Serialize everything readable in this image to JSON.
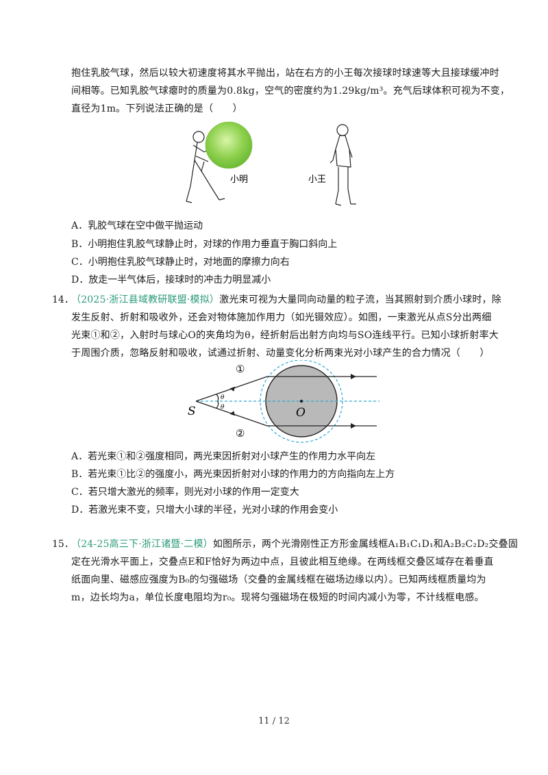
{
  "q13": {
    "intro_lines": [
      "抱住乳胶气球，然后以较大初速度将其水平抛出，站在右方的小王每次接球时球速等大且接球缓冲时",
      "间相等。已知乳胶气球瘪时的质量为0.8kg，空气的密度约为1.29kg/m³。充气后球体积可视为不变，",
      "直径为1m。下列说法正确的是（　　）"
    ],
    "figure": {
      "label_left": "小明",
      "label_right": "小王"
    },
    "options": [
      "A．乳胶气球在空中做平抛运动",
      "B．小明抱住乳胶气球静止时，对球的作用力垂直于胸口斜向上",
      "C．小明抱住乳胶气球静止时，对地面的摩擦力向右",
      "D．放走一半气体后，接球时的冲击力明显减小"
    ]
  },
  "q14": {
    "number": "14．",
    "tag": "（2025·浙江县域教研联盟·模拟）",
    "lines": [
      "激光束可视为大量同向动量的粒子流，当其照射到介质小球时，除",
      "发生反射、折射和吸收外，还会对物体施加作用力（如光镊效应）。如图，一束激光从点S分出两细",
      "光束①和②，入射时与球心O的夹角均为θ，经折射后出射方向均与SO连线平行。已知小球折射率大",
      "于周围介质，忽略反射和吸收，试通过折射、动量变化分析两束光对小球产生的合力情况（　　）"
    ],
    "figure": {
      "beam1": "①",
      "beam2": "②",
      "point_s": "S",
      "point_o": "O",
      "angle": "θ"
    },
    "options": [
      "A．若光束①和②强度相同，两光束因折射对小球产生的作用力水平向左",
      "B．若光束①比②的强度小，两光束因折射对小球的作用力的方向指向左上方",
      "C．若只增大激光的频率，则光对小球的作用一定变大",
      "D．若激光束不变，只增大小球的半径，光对小球的作用会变小"
    ]
  },
  "q15": {
    "number": "15．",
    "tag": "（24-25高三下·浙江诸暨·二模）",
    "lines": [
      "如图所示，两个光滑刚性正方形金属线框A₁B₁C₁D₁和A₂B₂C₂D₂交叠固",
      "定在光滑水平面上，交叠点E和F恰好为两边中点，且彼此相互绝缘。在两线框交叠区域存在着垂直",
      "纸面向里、磁感应强度为B₀的匀强磁场（交叠的金属线框在磁场边缘以内）。已知两线框质量均为",
      "m，边长均为a，单位长度电阻均为r₀。现将匀强磁场在极短的时间内减小为零，不计线框电感。"
    ]
  },
  "footer": {
    "page": "11 / 12"
  },
  "colors": {
    "tag_green": "#2a9a7a",
    "ball_green": "#8fd14f",
    "dashed_blue": "#2aa8d8",
    "sphere_gray": "#b9b9b9"
  }
}
